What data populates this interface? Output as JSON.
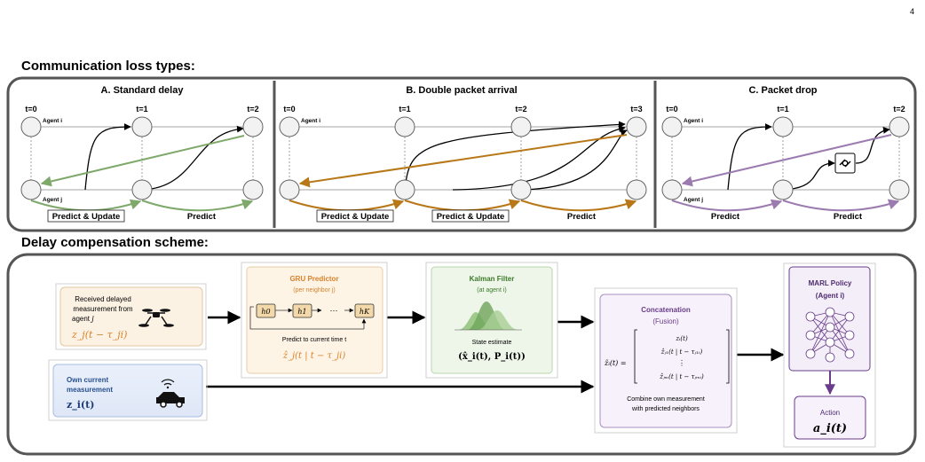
{
  "page_number": "4",
  "sections": {
    "comm_loss_title": "Communication loss types:",
    "delay_comp_title": "Delay compensation scheme:"
  },
  "panels": {
    "a": {
      "title": "A. Standard delay",
      "times": [
        "t=0",
        "t=1",
        "t=2"
      ],
      "agent_i": "Agent i",
      "agent_j": "Agent j",
      "labels": [
        "Predict & Update",
        "Predict"
      ]
    },
    "b": {
      "title": "B. Double packet arrival",
      "times": [
        "t=0",
        "t=1",
        "t=2",
        "t=3"
      ],
      "agent_i": "Agent i",
      "labels": [
        "Predict & Update",
        "Predict & Update",
        "Predict"
      ]
    },
    "c": {
      "title": "C. Packet drop",
      "times": [
        "t=0",
        "t=1",
        "t=2"
      ],
      "agent_i": "Agent i",
      "agent_j": "Agent j",
      "labels": [
        "Predict",
        "Predict"
      ]
    }
  },
  "scheme": {
    "received": {
      "line1": "Received delayed",
      "line2": "measurement from",
      "line3": "agent",
      "var": "j",
      "formula": "z_j(t − τ_ji)"
    },
    "own": {
      "line1": "Own current",
      "line2": "measurement",
      "formula": "z_i(t)"
    },
    "gru": {
      "title": "GRU Predictor",
      "sub": "(per neighbor j)",
      "h0": "h0",
      "h1": "h1",
      "dots": "⋯",
      "hK": "hK",
      "pred": "Predict to current time t",
      "formula": "ẑ_j(t | t − τ_ji)"
    },
    "kalman": {
      "title": "Kalman Filter",
      "sub": "(at agent i)",
      "state": "State estimate",
      "formula": "(x̂_i(t), P_i(t))"
    },
    "concat": {
      "title": "Concatenation",
      "sub": "(Fusion)",
      "note1": "Combine own measurement",
      "note2": "with predicted neighbors"
    },
    "marl": {
      "title1": "MARL Policy",
      "title2": "(Agent i)"
    },
    "action": {
      "title": "Action",
      "formula": "a_i(t)"
    }
  },
  "colors": {
    "green": "#7fa96b",
    "orange": "#b87818",
    "purple": "#9b7bb0"
  },
  "icons": [
    "drone-icon",
    "car-icon",
    "gaussian-curves-icon",
    "neural-net-icon",
    "broken-link-icon"
  ]
}
